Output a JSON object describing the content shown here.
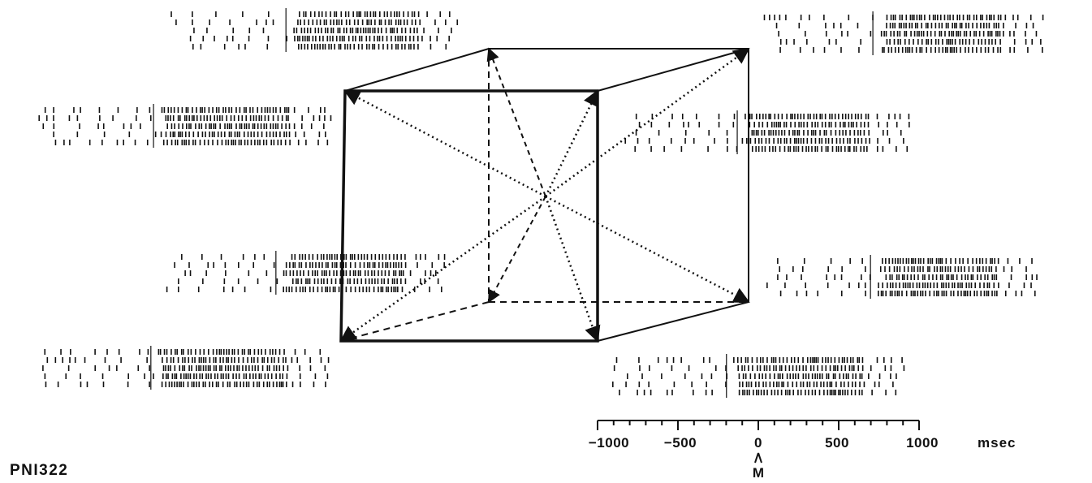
{
  "figure": {
    "recording_id": "PNI322",
    "time_axis": {
      "ticks": [
        -1000,
        -500,
        0,
        500,
        1000
      ],
      "tick_labels": [
        "−1000",
        "−500",
        "0",
        "500",
        "1000"
      ],
      "unit": "msec",
      "range": [
        -1000,
        1000
      ],
      "minor_step": 100,
      "alignment_marker": "M",
      "alignment_time": 0
    },
    "rasters": [
      {
        "id": "upper-left-back",
        "trials": 5,
        "movement_onset": 0
      },
      {
        "id": "upper-right-back",
        "trials": 5,
        "movement_onset": 0
      },
      {
        "id": "upper-left-front",
        "trials": 5,
        "movement_onset": 0
      },
      {
        "id": "upper-right-front",
        "trials": 5,
        "movement_onset": 0
      },
      {
        "id": "lower-left-back",
        "trials": 5,
        "movement_onset": 0
      },
      {
        "id": "lower-right-back",
        "trials": 5,
        "movement_onset": 0
      },
      {
        "id": "lower-left-front",
        "trials": 5,
        "movement_onset": 0
      },
      {
        "id": "lower-right-front",
        "trials": 5,
        "movement_onset": 0
      }
    ],
    "cube": {
      "center_icon": "movement-origin",
      "targets": 8,
      "edge_style_hidden": "dashed",
      "arrow_style": "dotted"
    }
  }
}
